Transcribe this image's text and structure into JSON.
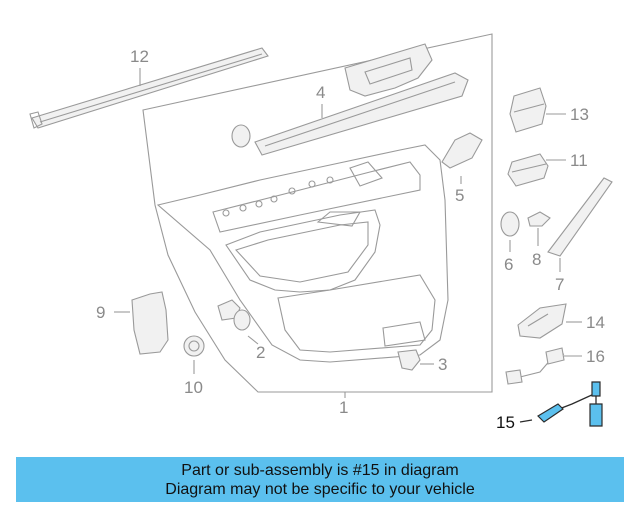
{
  "callouts": {
    "c1": "1",
    "c2": "2",
    "c3": "3",
    "c4": "4",
    "c5": "5",
    "c6": "6",
    "c7": "7",
    "c8": "8",
    "c9": "9",
    "c10": "10",
    "c11": "11",
    "c12": "12",
    "c13": "13",
    "c14": "14",
    "c15": "15",
    "c16": "16"
  },
  "highlighted_part": "15",
  "caption": {
    "line1": "Part or sub-assembly is #15 in diagram",
    "line2": "Diagram may not be specific to your vehicle"
  },
  "colors": {
    "highlight": "#5bc0ee",
    "callout_text": "#8a8a8a"
  }
}
